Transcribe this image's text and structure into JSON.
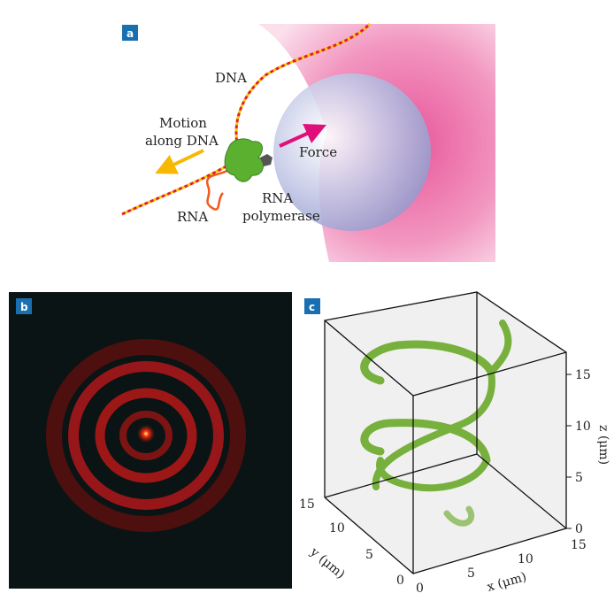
{
  "panel_a": {
    "letter": "a",
    "labels": {
      "dna": "DNA",
      "motion_line1": "Motion",
      "motion_line2": "along DNA",
      "force": "Force",
      "rna": "RNA",
      "polymerase_line1": "RNA",
      "polymerase_line2": "polymerase"
    }
  },
  "panel_b": {
    "letter": "b"
  },
  "panel_c": {
    "letter": "c",
    "x_axis": {
      "label": "x (μm)",
      "ticks": [
        "0",
        "5",
        "10",
        "15"
      ]
    },
    "y_axis": {
      "label": "y (μm)",
      "ticks": [
        "0",
        "5",
        "10",
        "15"
      ]
    },
    "z_axis": {
      "label": "z (μm)",
      "ticks": [
        "0",
        "5",
        "10",
        "15"
      ]
    }
  },
  "colors": {
    "label_box": "#1a6fb0",
    "beam": "#ee6aa7",
    "sphere": "#9aa6d6",
    "polymerase": "#5cb030",
    "helix": "#6aaa2a",
    "motion_arrow": "#f6b800",
    "force_arrow": "#e0107a"
  }
}
